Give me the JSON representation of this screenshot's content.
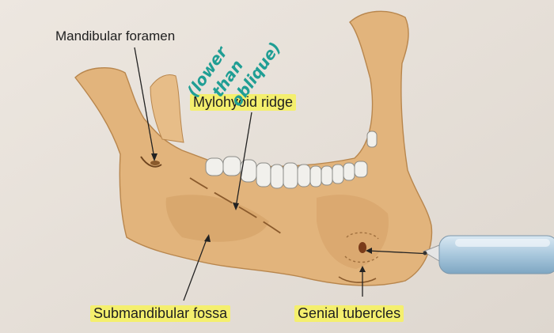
{
  "labels": {
    "mandibular_foramen": "Mandibular foramen",
    "mylohyoid_ridge": "Mylohyoid ridge",
    "submandibular_fossa": "Submandibular fossa",
    "genial_tubercles": "Genial tubercles"
  },
  "handwritten_note": {
    "line1": "(lower",
    "line2": "than",
    "line3": "oblique)"
  },
  "colors": {
    "bone": "#e2b47c",
    "bone_shadow": "#c99356",
    "highlight": "#f4ef6e",
    "ink": "#1f9e94",
    "paper": "#e9e3dc"
  }
}
